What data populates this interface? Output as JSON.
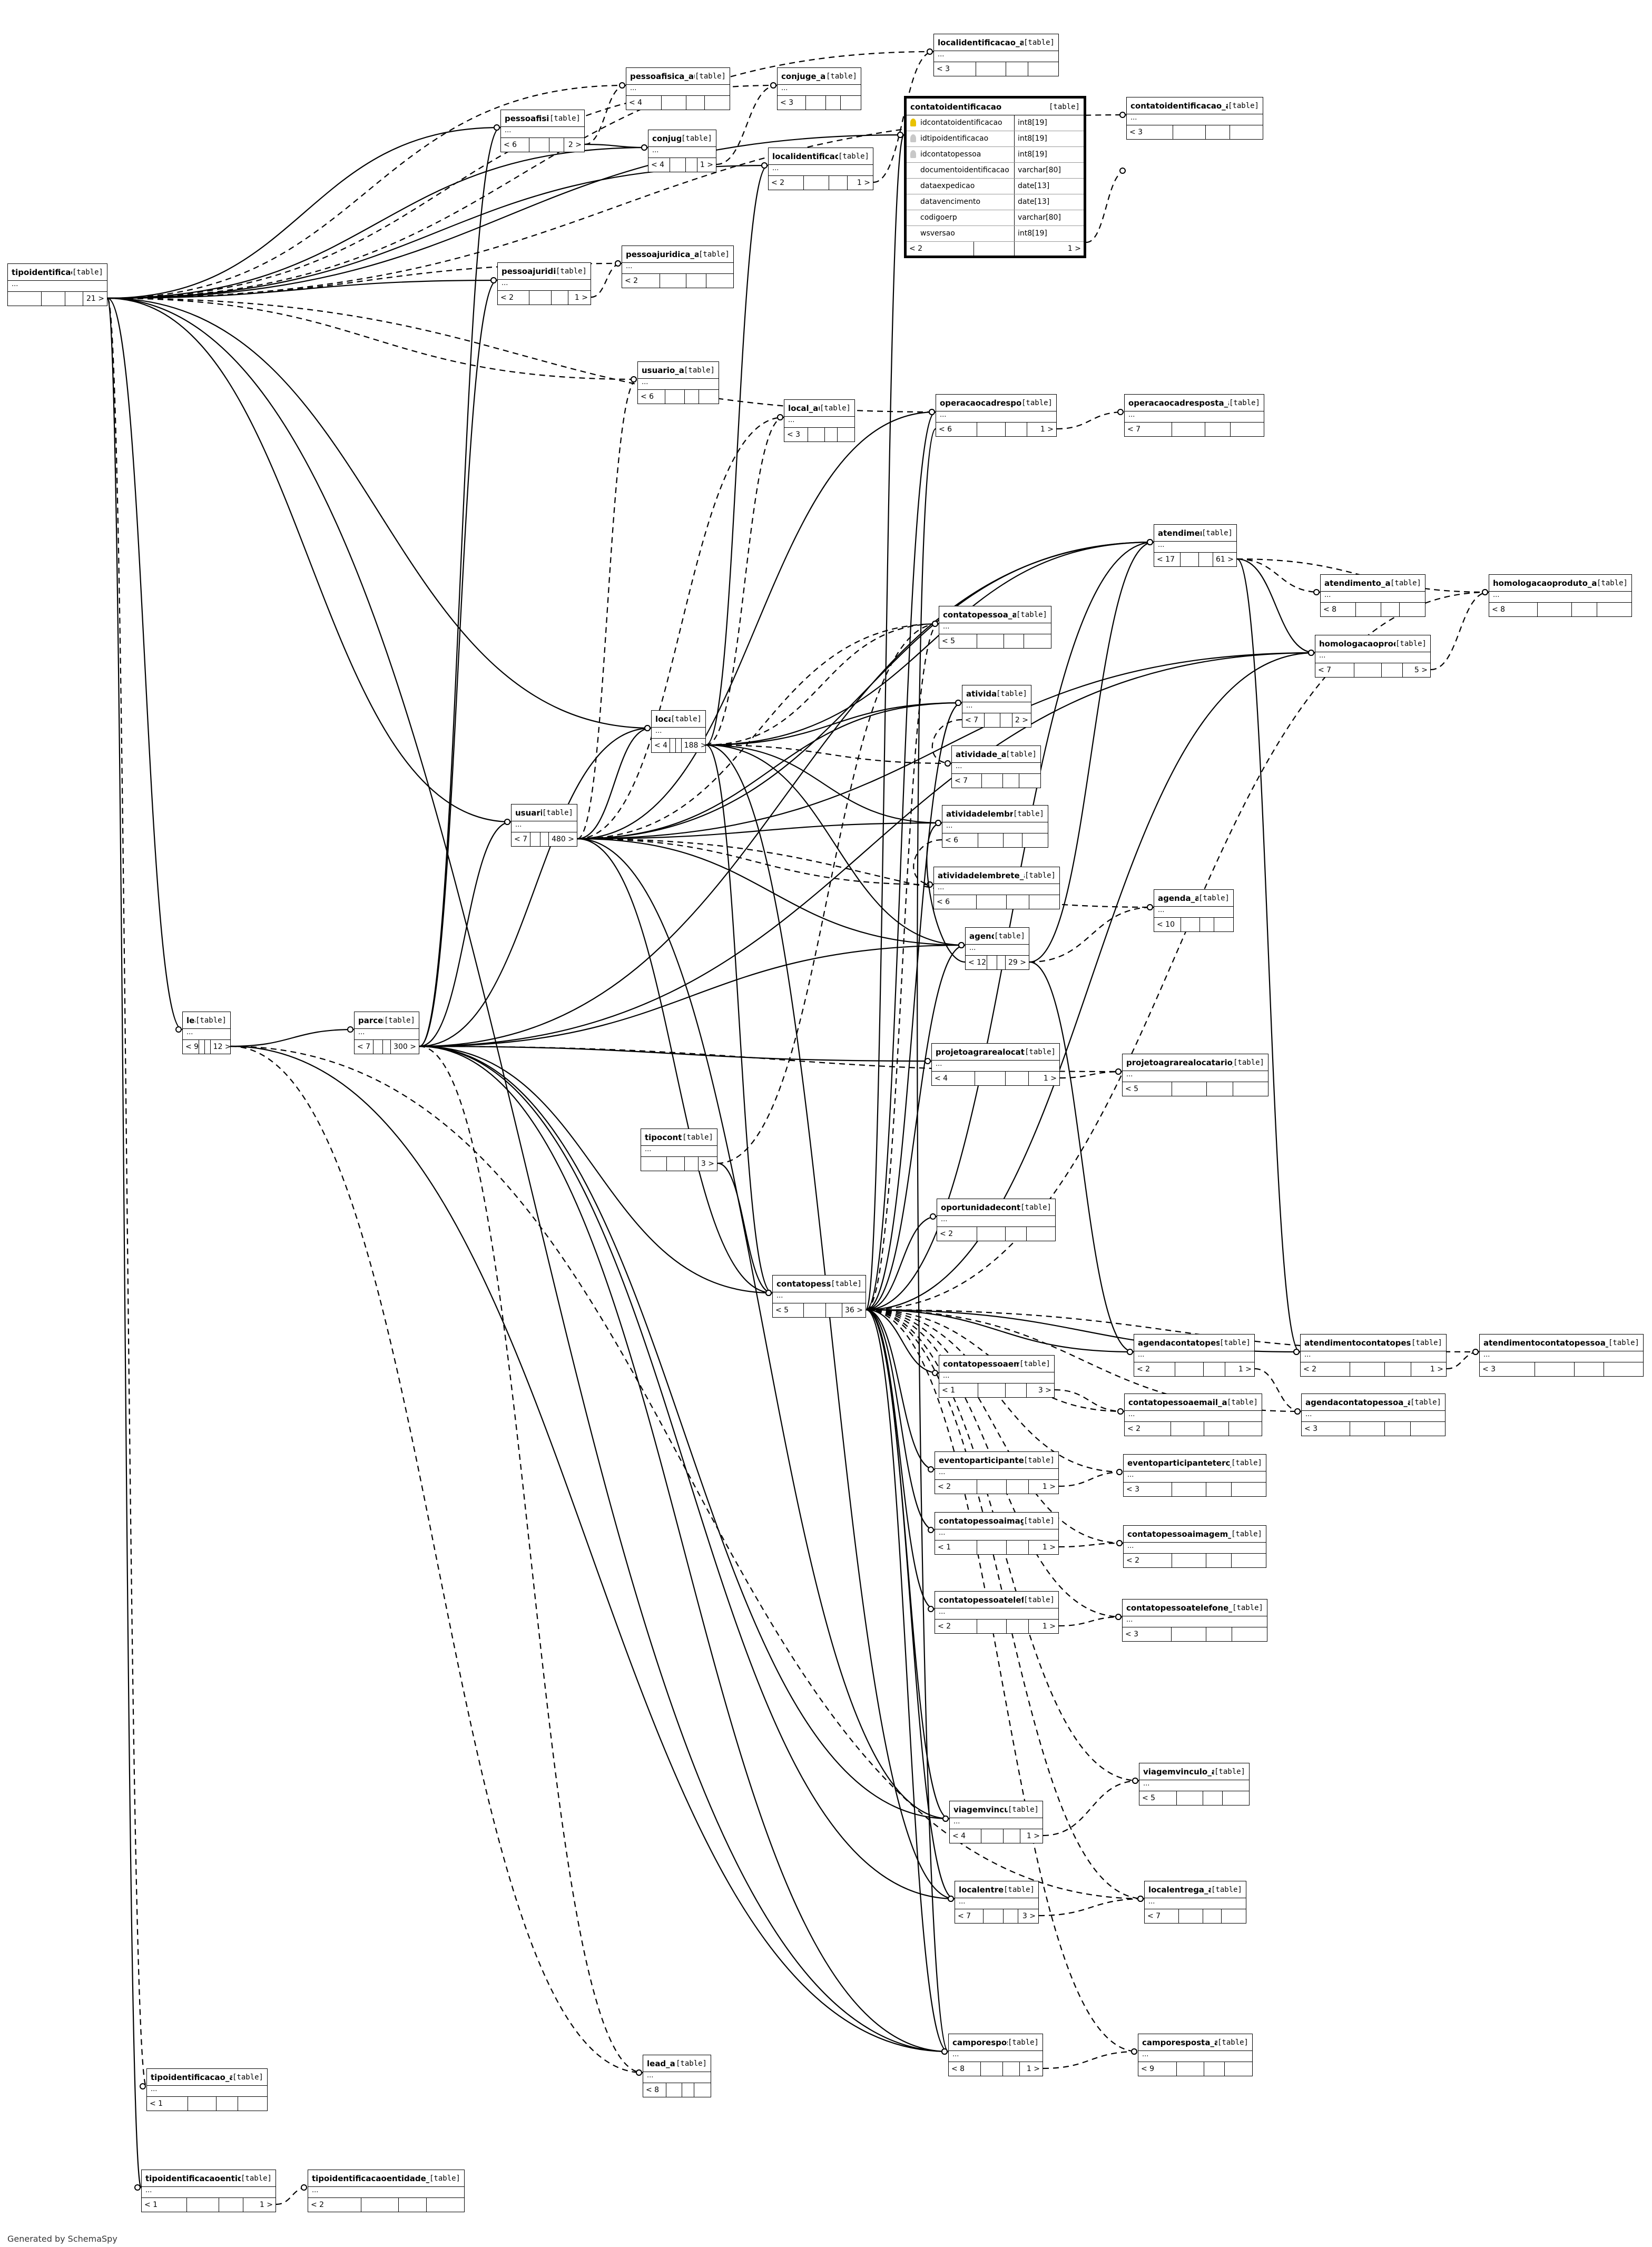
{
  "footer": "Generated by SchemaSpy",
  "table_type": "[table]",
  "ellipsis": "...",
  "focus_table": {
    "name": "contatoidentificacao",
    "type": "[table]",
    "columns": [
      {
        "name": "idcontatoidentificacao",
        "type": "int8[19]",
        "key": "pk"
      },
      {
        "name": "idtipoidentificacao",
        "type": "int8[19]",
        "key": "fk"
      },
      {
        "name": "idcontatopessoa",
        "type": "int8[19]",
        "key": "fk"
      },
      {
        "name": "documentoidentificacao",
        "type": "varchar[80]",
        "key": ""
      },
      {
        "name": "dataexpedicao",
        "type": "date[13]",
        "key": ""
      },
      {
        "name": "datavencimento",
        "type": "date[13]",
        "key": ""
      },
      {
        "name": "codigoerp",
        "type": "varchar[80]",
        "key": ""
      },
      {
        "name": "wsversao",
        "type": "int8[19]",
        "key": ""
      }
    ],
    "footer_left": "< 2",
    "footer_right": "1 >"
  },
  "tables": [
    {
      "id": "tipoidentificacao",
      "name": "tipoidentificacao",
      "left": "",
      "right": "21 >"
    },
    {
      "id": "pessoafisica",
      "name": "pessoafisica",
      "left": "< 6",
      "right": "2 >"
    },
    {
      "id": "pessoafisica_aud",
      "name": "pessoafisica_aud",
      "left": "< 4",
      "right": ""
    },
    {
      "id": "conjuge_aud",
      "name": "conjuge_aud",
      "left": "< 3",
      "right": ""
    },
    {
      "id": "conjuge",
      "name": "conjuge",
      "left": "< 4",
      "right": "1 >"
    },
    {
      "id": "localidentificacao_aud",
      "name": "localidentificacao_aud",
      "left": "< 3",
      "right": ""
    },
    {
      "id": "contatoidentificacao_aud",
      "name": "contatoidentificacao_aud",
      "left": "< 3",
      "right": ""
    },
    {
      "id": "localidentificacao",
      "name": "localidentificacao",
      "left": "< 2",
      "right": "1 >"
    },
    {
      "id": "pessoajuridica",
      "name": "pessoajuridica",
      "left": "< 2",
      "right": "1 >"
    },
    {
      "id": "pessoajuridica_aud",
      "name": "pessoajuridica_aud",
      "left": "< 2",
      "right": ""
    },
    {
      "id": "usuario_aud",
      "name": "usuario_aud",
      "left": "< 6",
      "right": ""
    },
    {
      "id": "local_aud",
      "name": "local_aud",
      "left": "< 3",
      "right": ""
    },
    {
      "id": "operacaocadresposta",
      "name": "operacaocadresposta",
      "left": "< 6",
      "right": "1 >"
    },
    {
      "id": "operacaocadresposta_aud",
      "name": "operacaocadresposta_aud",
      "left": "< 7",
      "right": ""
    },
    {
      "id": "atendimento",
      "name": "atendimento",
      "left": "< 17",
      "right": "61 >"
    },
    {
      "id": "atendimento_aud",
      "name": "atendimento_aud",
      "left": "< 8",
      "right": ""
    },
    {
      "id": "homologacaoproduto_aud",
      "name": "homologacaoproduto_aud",
      "left": "< 8",
      "right": ""
    },
    {
      "id": "homologacaoproduto",
      "name": "homologacaoproduto",
      "left": "< 7",
      "right": "5 >"
    },
    {
      "id": "contatopessoa_aud",
      "name": "contatopessoa_aud",
      "left": "< 5",
      "right": ""
    },
    {
      "id": "atividade",
      "name": "atividade",
      "left": "< 7",
      "right": "2 >"
    },
    {
      "id": "local",
      "name": "local",
      "left": "< 4",
      "right": "188 >"
    },
    {
      "id": "atividade_aud",
      "name": "atividade_aud",
      "left": "< 7",
      "right": ""
    },
    {
      "id": "atividadelembrete",
      "name": "atividadelembrete",
      "left": "< 6",
      "right": ""
    },
    {
      "id": "usuario",
      "name": "usuario",
      "left": "< 7",
      "right": "480 >"
    },
    {
      "id": "atividadelembrete_aud",
      "name": "atividadelembrete_aud",
      "left": "< 6",
      "right": ""
    },
    {
      "id": "agenda_aud",
      "name": "agenda_aud",
      "left": "< 10",
      "right": ""
    },
    {
      "id": "agenda",
      "name": "agenda",
      "left": "< 12",
      "right": "29 >"
    },
    {
      "id": "lead",
      "name": "lead",
      "left": "< 9",
      "right": "12 >"
    },
    {
      "id": "parceiro",
      "name": "parceiro",
      "left": "< 7",
      "right": "300 >"
    },
    {
      "id": "projetoagrarealocatario",
      "name": "projetoagrarealocatario",
      "left": "< 4",
      "right": "1 >"
    },
    {
      "id": "projetoagrarealocatario_aud",
      "name": "projetoagrarealocatario_aud",
      "left": "< 5",
      "right": ""
    },
    {
      "id": "tipocontato",
      "name": "tipocontato",
      "left": "",
      "right": "3 >"
    },
    {
      "id": "oportunidadecontato",
      "name": "oportunidadecontato",
      "left": "< 2",
      "right": ""
    },
    {
      "id": "contatopessoa",
      "name": "contatopessoa",
      "left": "< 5",
      "right": "36 >"
    },
    {
      "id": "agendacontatopessoa",
      "name": "agendacontatopessoa",
      "left": "< 2",
      "right": "1 >"
    },
    {
      "id": "atendimentocontatopessoa",
      "name": "atendimentocontatopessoa",
      "left": "< 2",
      "right": "1 >"
    },
    {
      "id": "atendimentocontatopessoa_aud",
      "name": "atendimentocontatopessoa_aud",
      "left": "< 3",
      "right": ""
    },
    {
      "id": "contatopessoaemail",
      "name": "contatopessoaemail",
      "left": "< 1",
      "right": "3 >"
    },
    {
      "id": "contatopessoaemail_aud",
      "name": "contatopessoaemail_aud",
      "left": "< 2",
      "right": ""
    },
    {
      "id": "agendacontatopessoa_aud",
      "name": "agendacontatopessoa_aud",
      "left": "< 3",
      "right": ""
    },
    {
      "id": "eventoparticipanteterc",
      "name": "eventoparticipanteterc",
      "left": "< 2",
      "right": "1 >"
    },
    {
      "id": "eventoparticipanteterc_aud",
      "name": "eventoparticipanteterc_aud",
      "left": "< 3",
      "right": ""
    },
    {
      "id": "contatopessoaimagem",
      "name": "contatopessoaimagem",
      "left": "< 1",
      "right": "1 >"
    },
    {
      "id": "contatopessoaimagem_aud",
      "name": "contatopessoaimagem_aud",
      "left": "< 2",
      "right": ""
    },
    {
      "id": "contatopessoatelefone",
      "name": "contatopessoatelefone",
      "left": "< 2",
      "right": "1 >"
    },
    {
      "id": "contatopessoatelefone_aud",
      "name": "contatopessoatelefone_aud",
      "left": "< 3",
      "right": ""
    },
    {
      "id": "viagemvinculo_aud",
      "name": "viagemvinculo_aud",
      "left": "< 5",
      "right": ""
    },
    {
      "id": "viagemvinculo",
      "name": "viagemvinculo",
      "left": "< 4",
      "right": "1 >"
    },
    {
      "id": "localentrega",
      "name": "localentrega",
      "left": "< 7",
      "right": "3 >"
    },
    {
      "id": "localentrega_aud",
      "name": "localentrega_aud",
      "left": "< 7",
      "right": ""
    },
    {
      "id": "camporesposta",
      "name": "camporesposta",
      "left": "< 8",
      "right": "1 >"
    },
    {
      "id": "camporesposta_aud",
      "name": "camporesposta_aud",
      "left": "< 9",
      "right": ""
    },
    {
      "id": "lead_aud",
      "name": "lead_aud",
      "left": "< 8",
      "right": ""
    },
    {
      "id": "tipoidentificacao_aud",
      "name": "tipoidentificacao_aud",
      "left": "< 1",
      "right": ""
    },
    {
      "id": "tipoidentificacaoentidade",
      "name": "tipoidentificacaoentidade",
      "left": "< 1",
      "right": "1 >"
    },
    {
      "id": "tipoidentificacaoentidade_aud",
      "name": "tipoidentificacaoentidade_aud",
      "left": "< 2",
      "right": ""
    }
  ],
  "relationships": [
    {
      "from": "tipoidentificacao",
      "to": "pessoafisica",
      "style": "solid"
    },
    {
      "from": "tipoidentificacao",
      "to": "pessoafisica_aud",
      "style": "dashed"
    },
    {
      "from": "tipoidentificacao",
      "to": "conjuge_aud",
      "style": "dashed"
    },
    {
      "from": "tipoidentificacao",
      "to": "conjuge",
      "style": "solid"
    },
    {
      "from": "tipoidentificacao",
      "to": "localidentificacao_aud",
      "style": "dashed"
    },
    {
      "from": "tipoidentificacao",
      "to": "contatoidentificacao_aud",
      "style": "dashed"
    },
    {
      "from": "tipoidentificacao",
      "to": "localidentificacao",
      "style": "solid"
    },
    {
      "from": "tipoidentificacao",
      "to": "contatoidentificacao",
      "style": "solid"
    },
    {
      "from": "tipoidentificacao",
      "to": "pessoajuridica",
      "style": "solid"
    },
    {
      "from": "tipoidentificacao",
      "to": "pessoajuridica_aud",
      "style": "dashed"
    },
    {
      "from": "tipoidentificacao",
      "to": "usuario_aud",
      "style": "dashed"
    },
    {
      "from": "tipoidentificacao",
      "to": "operacaocadresposta",
      "style": "dashed"
    },
    {
      "from": "tipoidentificacao",
      "to": "local",
      "style": "solid"
    },
    {
      "from": "tipoidentificacao",
      "to": "usuario",
      "style": "solid"
    },
    {
      "from": "tipoidentificacao",
      "to": "lead",
      "style": "solid"
    },
    {
      "from": "tipoidentificacao",
      "to": "tipoidentificacao_aud",
      "style": "dashed"
    },
    {
      "from": "tipoidentificacao",
      "to": "tipoidentificacaoentidade",
      "style": "solid"
    },
    {
      "from": "tipoidentificacao",
      "to": "camporesposta",
      "style": "solid"
    },
    {
      "from": "tipoidentificacaoentidade",
      "to": "tipoidentificacaoentidade_aud",
      "style": "dashed"
    },
    {
      "from": "pessoafisica",
      "to": "pessoafisica_aud",
      "style": "dashed"
    },
    {
      "from": "pessoafisica",
      "to": "conjuge",
      "style": "solid"
    },
    {
      "from": "conjuge",
      "to": "conjuge_aud",
      "style": "dashed"
    },
    {
      "from": "localidentificacao",
      "to": "localidentificacao_aud",
      "style": "dashed"
    },
    {
      "from": "contatoidentificacao",
      "to": "contatoidentificacao_aud",
      "style": "dashed"
    },
    {
      "from": "pessoajuridica",
      "to": "pessoajuridica_aud",
      "style": "dashed"
    },
    {
      "from": "operacaocadresposta",
      "to": "operacaocadresposta_aud",
      "style": "dashed"
    },
    {
      "from": "atendimento",
      "to": "atendimento_aud",
      "style": "dashed"
    },
    {
      "from": "atendimento",
      "to": "homologacaoproduto",
      "style": "solid"
    },
    {
      "from": "atendimento",
      "to": "homologacaoproduto_aud",
      "style": "dashed"
    },
    {
      "from": "homologacaoproduto",
      "to": "homologacaoproduto_aud",
      "style": "dashed"
    },
    {
      "from": "local",
      "to": "localidentificacao",
      "style": "solid"
    },
    {
      "from": "local",
      "to": "local_aud",
      "style": "dashed"
    },
    {
      "from": "local",
      "to": "atividade",
      "style": "solid"
    },
    {
      "from": "local",
      "to": "atividade_aud",
      "style": "dashed"
    },
    {
      "from": "local",
      "to": "atividadelembrete",
      "style": "solid"
    },
    {
      "from": "local",
      "to": "agenda",
      "style": "solid"
    },
    {
      "from": "local",
      "to": "atendimento",
      "style": "solid"
    },
    {
      "from": "local",
      "to": "contatopessoa",
      "style": "solid"
    },
    {
      "from": "local",
      "to": "localentrega",
      "style": "solid"
    },
    {
      "from": "local",
      "to": "contatopessoa_aud",
      "style": "dashed"
    },
    {
      "from": "atividade",
      "to": "atividade_aud",
      "style": "dashed"
    },
    {
      "from": "atividadelembrete",
      "to": "atividadelembrete_aud",
      "style": "dashed"
    },
    {
      "from": "usuario",
      "to": "usuario_aud",
      "style": "dashed"
    },
    {
      "from": "usuario",
      "to": "local",
      "style": "solid"
    },
    {
      "from": "usuario",
      "to": "operacaocadresposta",
      "style": "solid"
    },
    {
      "from": "usuario",
      "to": "atendimento",
      "style": "solid"
    },
    {
      "from": "usuario",
      "to": "atividade",
      "style": "solid"
    },
    {
      "from": "usuario",
      "to": "atividadelembrete",
      "style": "solid"
    },
    {
      "from": "usuario",
      "to": "agenda",
      "style": "solid"
    },
    {
      "from": "usuario",
      "to": "homologacaoproduto",
      "style": "solid"
    },
    {
      "from": "usuario",
      "to": "contatopessoa",
      "style": "solid"
    },
    {
      "from": "usuario",
      "to": "viagemvinculo",
      "style": "solid"
    },
    {
      "from": "usuario",
      "to": "atividadelembrete_aud",
      "style": "dashed"
    },
    {
      "from": "usuario",
      "to": "agenda_aud",
      "style": "dashed"
    },
    {
      "from": "agenda",
      "to": "agenda_aud",
      "style": "dashed"
    },
    {
      "from": "agenda",
      "to": "agendacontatopessoa",
      "style": "solid"
    },
    {
      "from": "agenda",
      "to": "atividadelembrete",
      "style": "solid"
    },
    {
      "from": "agenda",
      "to": "atendimento",
      "style": "solid"
    },
    {
      "from": "lead",
      "to": "parceiro",
      "style": "solid"
    },
    {
      "from": "lead",
      "to": "lead_aud",
      "style": "dashed"
    },
    {
      "from": "lead",
      "to": "camporesposta",
      "style": "solid"
    },
    {
      "from": "lead",
      "to": "localentrega_aud",
      "style": "dashed"
    },
    {
      "from": "parceiro",
      "to": "local",
      "style": "solid"
    },
    {
      "from": "parceiro",
      "to": "usuario",
      "style": "solid"
    },
    {
      "from": "parceiro",
      "to": "atendimento",
      "style": "solid"
    },
    {
      "from": "parceiro",
      "to": "agenda",
      "style": "solid"
    },
    {
      "from": "parceiro",
      "to": "projetoagrarealocatario",
      "style": "solid"
    },
    {
      "from": "parceiro",
      "to": "projetoagrarealocatario_aud",
      "style": "dashed"
    },
    {
      "from": "parceiro",
      "to": "contatopessoa",
      "style": "solid"
    },
    {
      "from": "parceiro",
      "to": "homologacaoproduto",
      "style": "solid"
    },
    {
      "from": "parceiro",
      "to": "localentrega",
      "style": "solid"
    },
    {
      "from": "parceiro",
      "to": "camporesposta",
      "style": "solid"
    },
    {
      "from": "parceiro",
      "to": "viagemvinculo",
      "style": "solid"
    },
    {
      "from": "parceiro",
      "to": "lead_aud",
      "style": "dashed"
    },
    {
      "from": "parceiro",
      "to": "pessoafisica",
      "style": "solid"
    },
    {
      "from": "parceiro",
      "to": "pessoajuridica",
      "style": "solid"
    },
    {
      "from": "projetoagrarealocatario",
      "to": "projetoagrarealocatario_aud",
      "style": "dashed"
    },
    {
      "from": "tipocontato",
      "to": "contatopessoa",
      "style": "solid"
    },
    {
      "from": "tipocontato",
      "to": "contatopessoa_aud",
      "style": "dashed"
    },
    {
      "from": "contatopessoa",
      "to": "contatoidentificacao",
      "style": "solid"
    },
    {
      "from": "contatopessoa",
      "to": "contatopessoa_aud",
      "style": "dashed"
    },
    {
      "from": "contatopessoa",
      "to": "oportunidadecontato",
      "style": "solid"
    },
    {
      "from": "contatopessoa",
      "to": "agendacontatopessoa",
      "style": "solid"
    },
    {
      "from": "contatopessoa",
      "to": "atendimentocontatopessoa",
      "style": "solid"
    },
    {
      "from": "contatopessoa",
      "to": "atendimentocontatopessoa_aud",
      "style": "dashed"
    },
    {
      "from": "contatopessoa",
      "to": "agendacontatopessoa_aud",
      "style": "dashed"
    },
    {
      "from": "contatopessoa",
      "to": "contatopessoaemail",
      "style": "solid"
    },
    {
      "from": "contatopessoa",
      "to": "eventoparticipanteterc",
      "style": "solid"
    },
    {
      "from": "contatopessoa",
      "to": "contatopessoaimagem",
      "style": "solid"
    },
    {
      "from": "contatopessoa",
      "to": "contatopessoatelefone",
      "style": "solid"
    },
    {
      "from": "contatopessoa",
      "to": "viagemvinculo",
      "style": "solid"
    },
    {
      "from": "contatopessoa",
      "to": "localentrega",
      "style": "solid"
    },
    {
      "from": "contatopessoa",
      "to": "camporesposta",
      "style": "solid"
    },
    {
      "from": "contatopessoa",
      "to": "atendimento",
      "style": "solid"
    },
    {
      "from": "contatopessoa",
      "to": "operacaocadresposta",
      "style": "solid"
    },
    {
      "from": "contatopessoa",
      "to": "homologacaoproduto",
      "style": "solid"
    },
    {
      "from": "contatopessoa",
      "to": "atividade",
      "style": "solid"
    },
    {
      "from": "contatopessoa",
      "to": "agenda",
      "style": "solid"
    },
    {
      "from": "contatopessoa",
      "to": "homologacaoproduto_aud",
      "style": "dashed"
    },
    {
      "from": "contatopessoa",
      "to": "viagemvinculo_aud",
      "style": "dashed"
    },
    {
      "from": "contatopessoa",
      "to": "localentrega_aud",
      "style": "dashed"
    },
    {
      "from": "contatopessoa",
      "to": "camporesposta_aud",
      "style": "dashed"
    },
    {
      "from": "contatopessoa",
      "to": "contatopessoaemail_aud",
      "style": "dashed"
    },
    {
      "from": "contatopessoa",
      "to": "eventoparticipanteterc_aud",
      "style": "dashed"
    },
    {
      "from": "contatopessoa",
      "to": "contatopessoaimagem_aud",
      "style": "dashed"
    },
    {
      "from": "contatopessoa",
      "to": "contatopessoatelefone_aud",
      "style": "dashed"
    },
    {
      "from": "agendacontatopessoa",
      "to": "agendacontatopessoa_aud",
      "style": "dashed"
    },
    {
      "from": "atendimento",
      "to": "atendimentocontatopessoa",
      "style": "solid"
    },
    {
      "from": "atendimentocontatopessoa",
      "to": "atendimentocontatopessoa_aud",
      "style": "dashed"
    },
    {
      "from": "contatopessoaemail",
      "to": "contatopessoaemail_aud",
      "style": "dashed"
    },
    {
      "from": "eventoparticipanteterc",
      "to": "eventoparticipanteterc_aud",
      "style": "dashed"
    },
    {
      "from": "contatopessoaimagem",
      "to": "contatopessoaimagem_aud",
      "style": "dashed"
    },
    {
      "from": "contatopessoatelefone",
      "to": "contatopessoatelefone_aud",
      "style": "dashed"
    },
    {
      "from": "viagemvinculo",
      "to": "viagemvinculo_aud",
      "style": "dashed"
    },
    {
      "from": "localentrega",
      "to": "localentrega_aud",
      "style": "dashed"
    },
    {
      "from": "camporesposta",
      "to": "camporesposta_aud",
      "style": "dashed"
    },
    {
      "from": "operacaocadresposta",
      "to": "camporesposta",
      "style": "solid"
    },
    {
      "from": "usuario",
      "to": "local_aud",
      "style": "dashed"
    },
    {
      "from": "usuario",
      "to": "contatopessoa_aud",
      "style": "dashed"
    }
  ]
}
